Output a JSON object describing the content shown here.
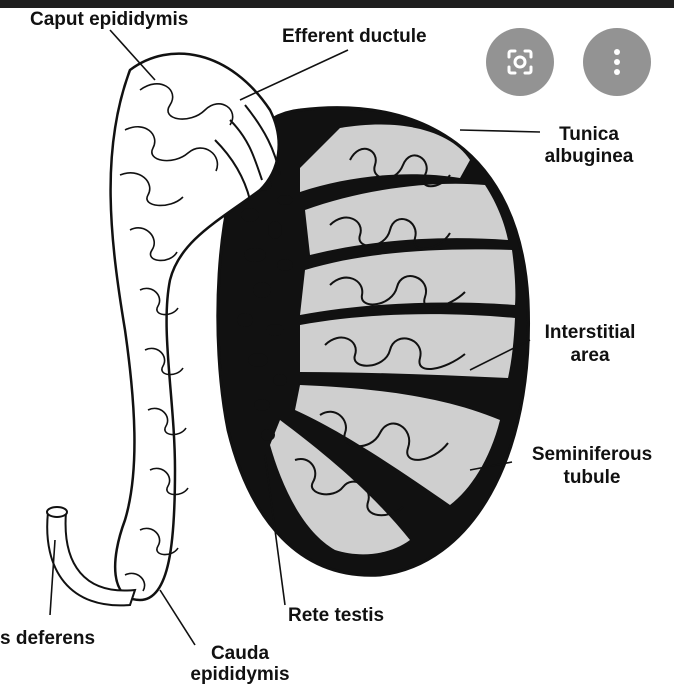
{
  "labels": {
    "caput": "Caput epididymis",
    "efferent": "Efferent ductule",
    "tunica_1": "Tunica",
    "tunica_2": "albuginea",
    "interstitial_1": "Interstitial",
    "interstitial_2": "area",
    "seminiferous_1": "Seminiferous",
    "seminiferous_2": "tubule",
    "rete": "Rete testis",
    "vas": "s deferens",
    "cauda_1": "Cauda",
    "cauda_2": "epididymis"
  },
  "overlay_buttons": [
    {
      "icon": "lens-search-icon"
    },
    {
      "icon": "more-vert-icon"
    }
  ]
}
